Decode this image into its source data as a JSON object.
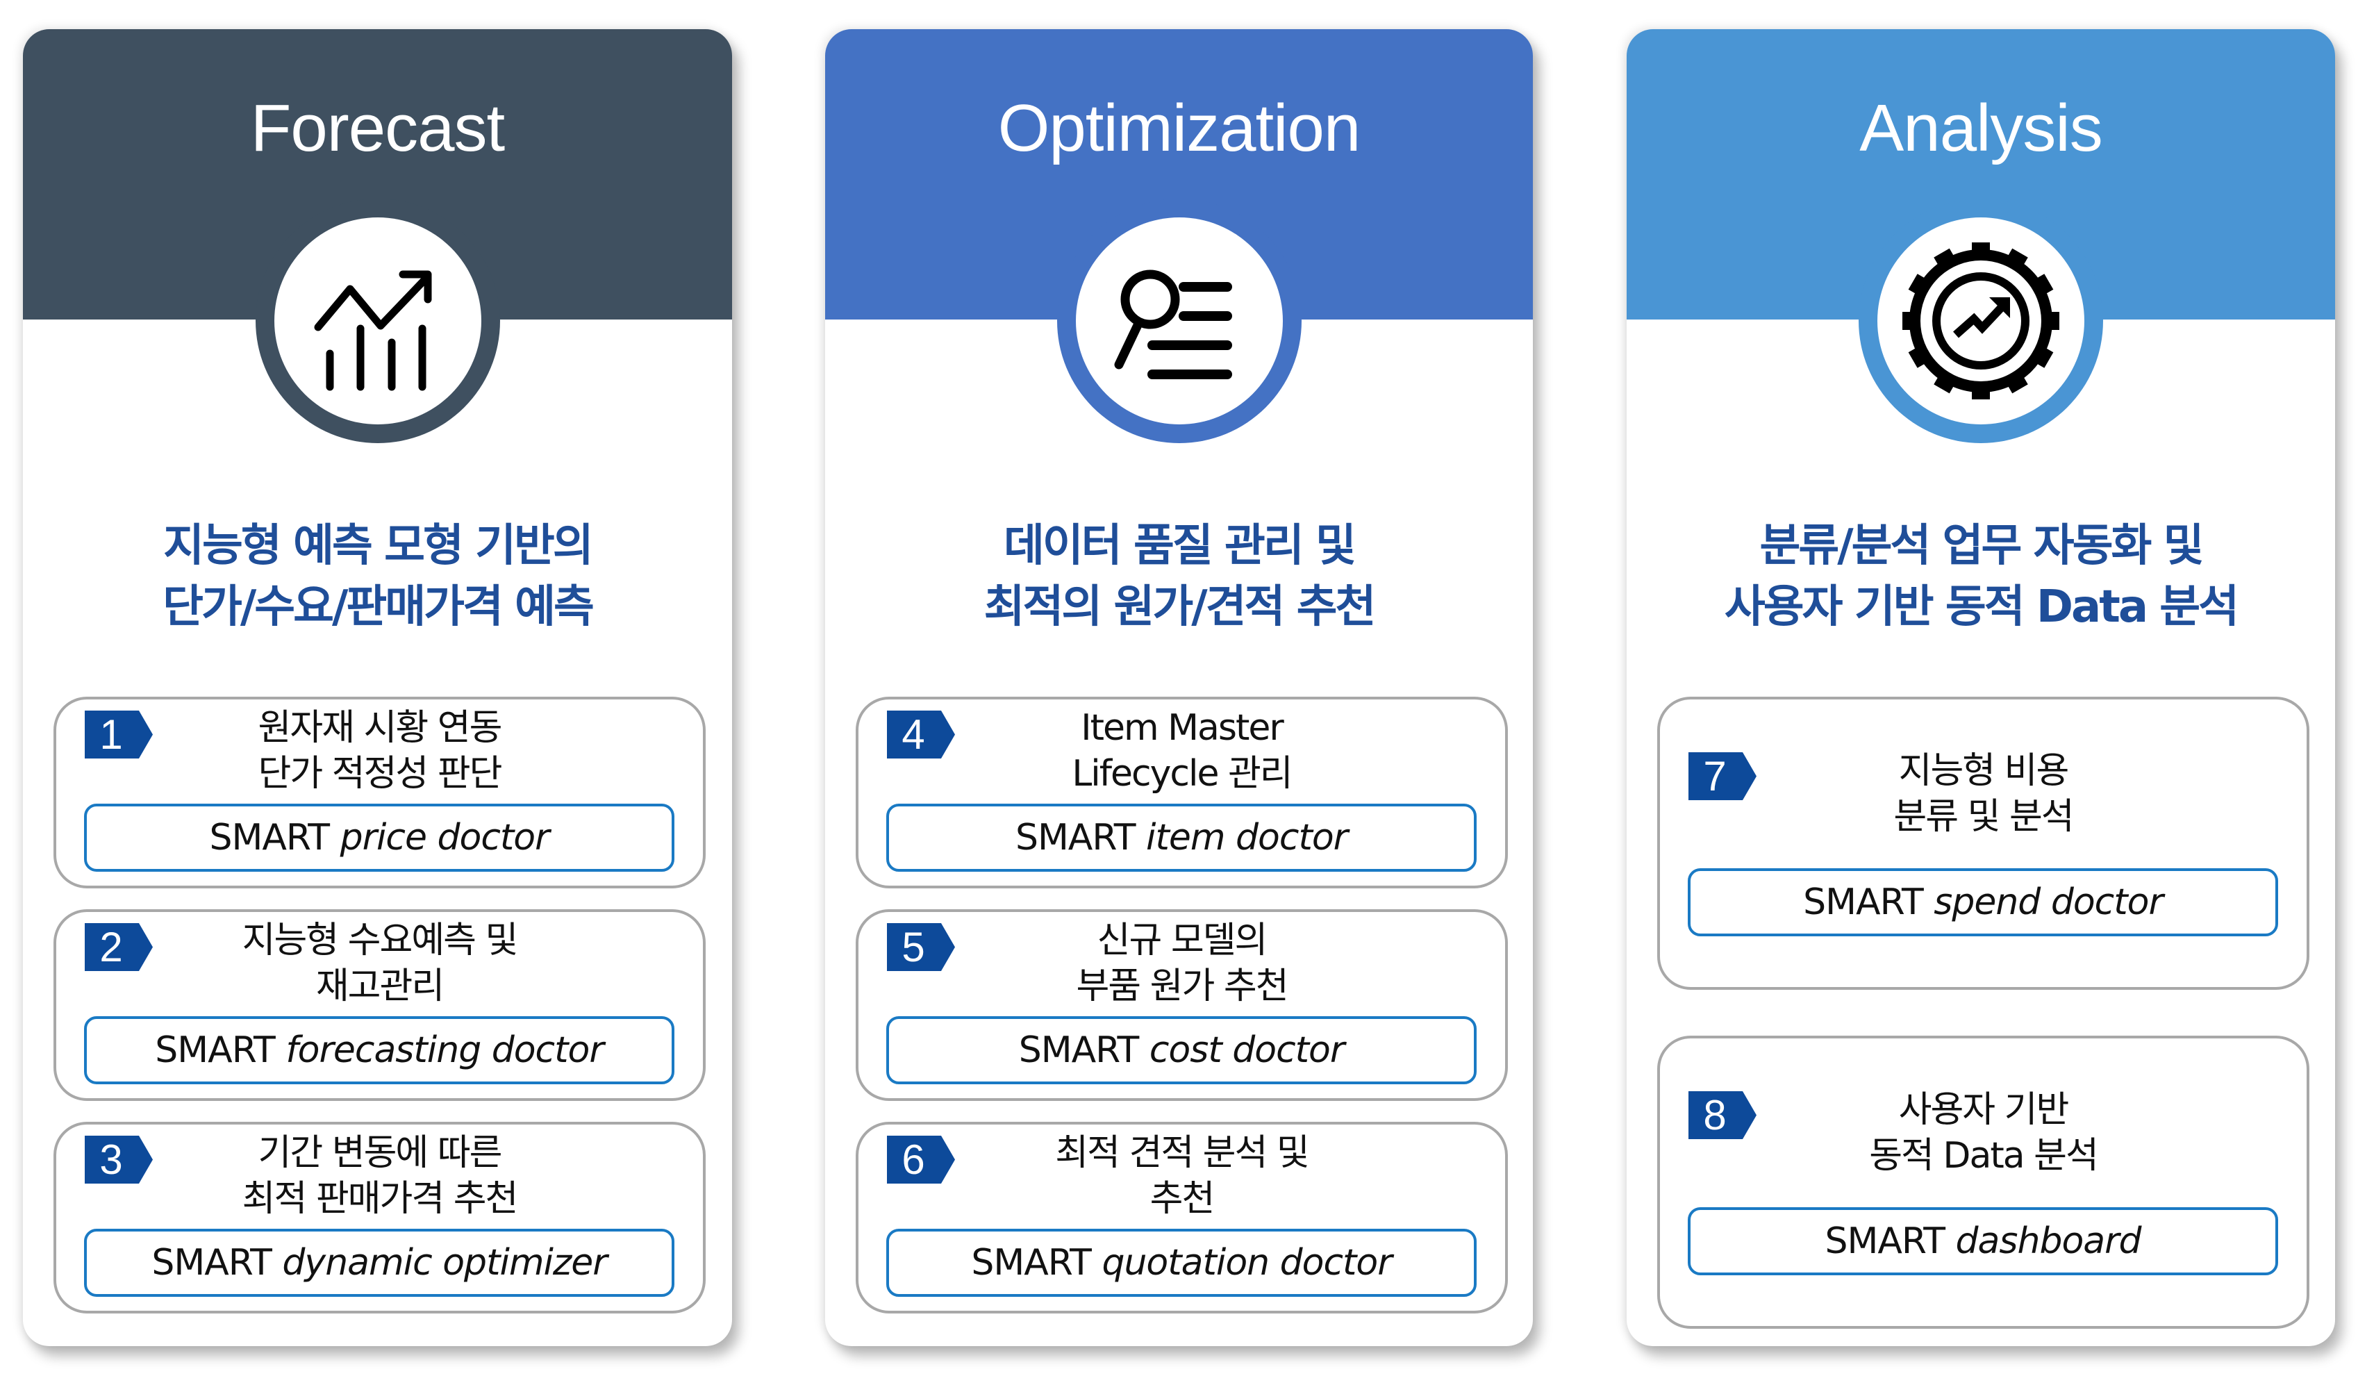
{
  "colors": {
    "forecast": "#3f5060",
    "optimization": "#4472c4",
    "analysis": "#4a95d4",
    "headline": "#1f4e99",
    "badge": "#0d4a9a",
    "product_border": "#1a7ac4",
    "item_border": "#a8a8a8"
  },
  "columns": [
    {
      "title": "Forecast",
      "icon": "trend-chart-icon",
      "headline_lines": [
        "지능형 예측 모형 기반의",
        "단가/수요/판매가격 예측"
      ],
      "items": [
        {
          "number": "1",
          "desc_lines": [
            "원자재 시황 연동",
            "단가 적정성 판단"
          ],
          "product_prefix": "SMART",
          "product_name": "price doctor"
        },
        {
          "number": "2",
          "desc_lines": [
            "지능형 수요예측 및",
            "재고관리"
          ],
          "product_prefix": "SMART",
          "product_name": "forecasting doctor"
        },
        {
          "number": "3",
          "desc_lines": [
            "기간 변동에 따른",
            "최적 판매가격 추천"
          ],
          "product_prefix": "SMART",
          "product_name": "dynamic optimizer"
        }
      ]
    },
    {
      "title": "Optimization",
      "icon": "search-list-icon",
      "headline_lines": [
        "데이터 품질 관리 및",
        "최적의 원가/견적 추천"
      ],
      "items": [
        {
          "number": "4",
          "desc_lines": [
            "Item Master",
            "Lifecycle 관리"
          ],
          "product_prefix": "SMART",
          "product_name": "item doctor"
        },
        {
          "number": "5",
          "desc_lines": [
            "신규 모델의",
            "부품 원가 추천"
          ],
          "product_prefix": "SMART",
          "product_name": "cost doctor"
        },
        {
          "number": "6",
          "desc_lines": [
            "최적 견적 분석 및",
            "추천"
          ],
          "product_prefix": "SMART",
          "product_name": "quotation doctor"
        }
      ]
    },
    {
      "title": "Analysis",
      "icon": "gear-growth-icon",
      "headline_lines": [
        "분류/분석 업무 자동화 및",
        "사용자 기반 동적 Data 분석"
      ],
      "items": [
        {
          "number": "7",
          "desc_lines": [
            "지능형 비용",
            "분류 및 분석"
          ],
          "product_prefix": "SMART",
          "product_name": "spend doctor"
        },
        {
          "number": "8",
          "desc_lines": [
            "사용자 기반",
            "동적 Data 분석"
          ],
          "product_prefix": "SMART",
          "product_name": "dashboard"
        }
      ]
    }
  ]
}
